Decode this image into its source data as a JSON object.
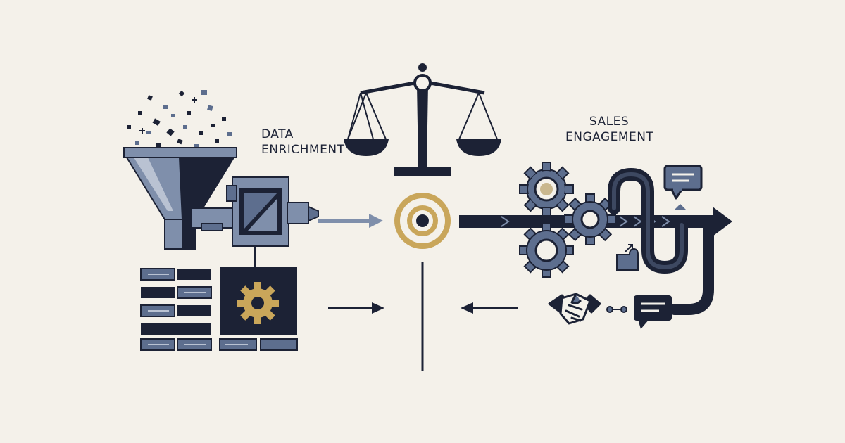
{
  "labels": {
    "data_enrichment": {
      "line1": "DATA",
      "line2": "ENRICHMENT"
    },
    "sales_engagement": {
      "line1": "SALES",
      "line2": "ENGAGEMENT"
    }
  },
  "colors": {
    "background": "#f4f1ea",
    "navy": "#1c2235",
    "slate": "#5d6e8e",
    "slate_light": "#7f8fab",
    "gold": "#c9a65a"
  },
  "icons": [
    "scattered-data-particles",
    "funnel-icon",
    "processor-machine-icon",
    "database-table-icon",
    "gear-icon",
    "scale-of-justice-icon",
    "target-icon",
    "gears-icon",
    "chat-bubble-icon",
    "handshake-icon",
    "puzzle-icon",
    "arrow-icon"
  ]
}
